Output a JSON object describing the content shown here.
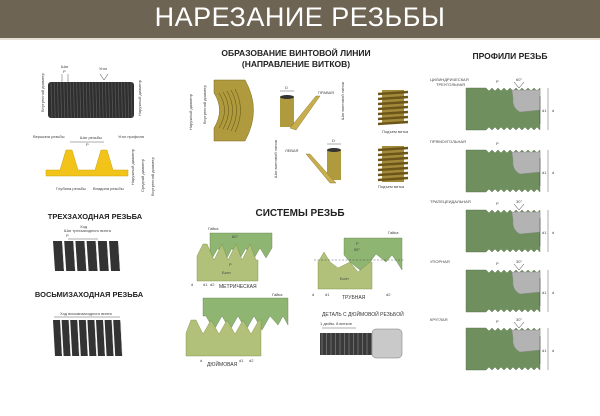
{
  "title": "НАРЕЗАНИЕ РЕЗЬБЫ",
  "basics": {
    "step_short": "Шаг",
    "p": "P",
    "angle": "Угол",
    "outer_diameter": "Наружный диаметр",
    "inner_diameter": "Внутренний диаметр",
    "crest": "Вершина резьбы",
    "thread_pitch": "Шаг резьбы",
    "profile_angle": "Угол профиля",
    "depth": "Глубина резьбы",
    "root": "Впадина резьбы",
    "mean_diameter": "Средний диаметр"
  },
  "three_start": {
    "heading": "ТРЕХЗАХОДНАЯ РЕЗЬБА",
    "lead": "Ход",
    "pitch_label": "Шаг трехзаходного винта",
    "p": "P"
  },
  "eight_start": {
    "heading": "ВОСЬМИЗАХОДНАЯ РЕЗЬБА",
    "lead_label": "Ход восьмизаходного винта"
  },
  "helix": {
    "heading_1": "ОБРАЗОВАНИЕ ВИНТОВОЙ ЛИНИИ",
    "heading_2": "(НАПРАВЛЕНИЕ ВИТКОВ)",
    "outer_diameter": "Наружный диаметр",
    "inner_diameter": "Внутренний диаметр",
    "d": "D",
    "right": "ПРАВАЯ",
    "left": "ЛЕВАЯ",
    "helix_pitch": "Шаг винтовой линии",
    "rise": "Подъем витка"
  },
  "systems": {
    "heading": "СИСТЕМЫ РЕЗЬБ",
    "nut": "Гайка",
    "bolt": "Болт",
    "angle_60": "60°",
    "angle_55": "55°",
    "p": "P",
    "d": "d",
    "d1": "d1",
    "d2": "d2",
    "metric": "МЕТРИЧЕСКАЯ",
    "pipe": "ТРУБНАЯ",
    "inch": "ДЮЙМОВАЯ",
    "inch_detail": "ДЕТАЛЬ С ДЮЙМОВОЙ РЕЗЬБОЙ",
    "inch_rule": "1 дюйм- 8 витков"
  },
  "profiles": {
    "heading": "ПРОФИЛИ РЕЗЬБ",
    "items": [
      {
        "label_1": "ЦИЛИНДРИЧЕСКАЯ",
        "label_2": "ТРЕУГОЛЬНАЯ",
        "angle": "60°"
      },
      {
        "label_1": "ПРЯМОУГОЛЬНАЯ",
        "label_2": "",
        "angle": ""
      },
      {
        "label_1": "ТРАПЕЦЕИДАЛЬНАЯ",
        "label_2": "",
        "angle": "30°"
      },
      {
        "label_1": "УПОРНАЯ",
        "label_2": "",
        "angle": "30°"
      },
      {
        "label_1": "КРУГЛАЯ",
        "label_2": "",
        "angle": "30°"
      }
    ],
    "p": "P",
    "d": "d",
    "d1": "d1"
  },
  "colors": {
    "header": "#6e6454",
    "yellow": "#f2c41a",
    "dark": "#2f2f2f",
    "olive": "#b09a3e",
    "green_dark": "#6f8f5f",
    "green_light": "#a9c98b",
    "gray": "#b3b3b3"
  }
}
